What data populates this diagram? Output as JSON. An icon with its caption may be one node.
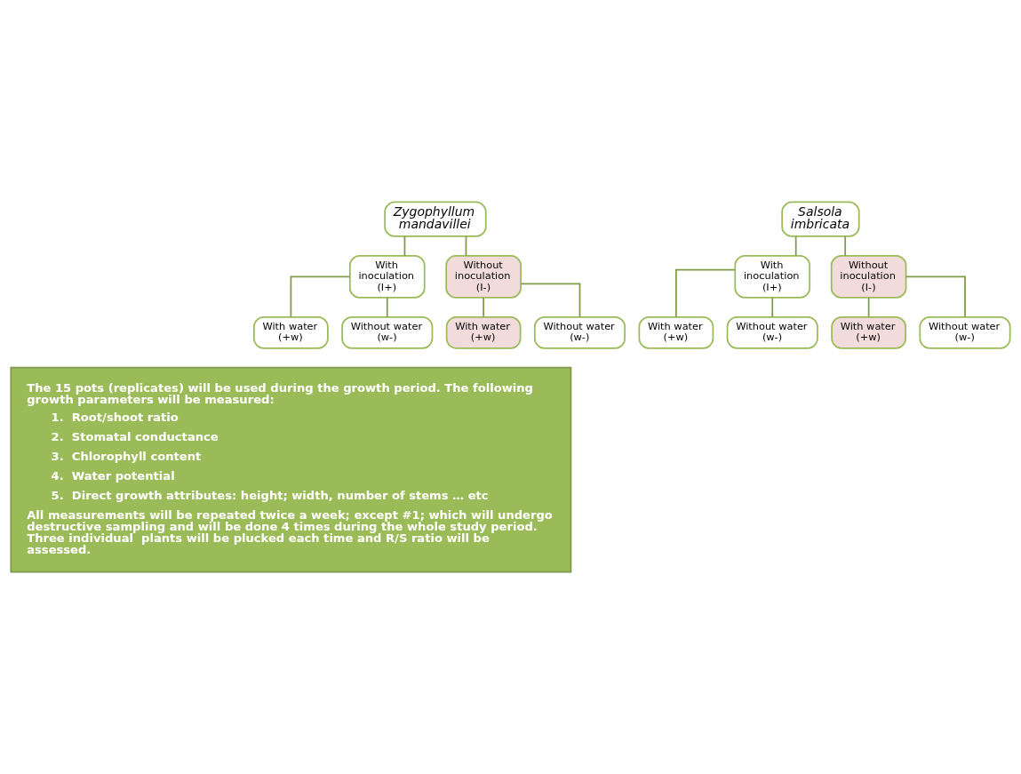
{
  "diagram": {
    "nodes": [
      {
        "text": [
          "Zygophyllum mandavillei"
        ]
      },
      {
        "text": [
          "With inoculation (I+)"
        ]
      },
      {
        "text": [
          "Without inoculation (I-)"
        ]
      },
      {
        "text": [
          "With water (+w)"
        ]
      },
      {
        "text": [
          "Without water (w-)"
        ]
      },
      {
        "text": [
          "With water (+w)"
        ]
      },
      {
        "text": [
          "Without water (w-)"
        ]
      },
      {
        "text": [
          "Salsola imbricata"
        ]
      },
      {
        "text": [
          "With inoculation (I+)"
        ]
      },
      {
        "text": [
          "Without inoculation (I-)"
        ]
      },
      {
        "text": [
          "With water (+w)"
        ]
      },
      {
        "text": [
          "Without water (w-)"
        ]
      },
      {
        "text": [
          "With water (+w)"
        ]
      },
      {
        "text": [
          "Without water (w-)"
        ]
      },
      {
        "text": [
          "The 15 pots (replicates) will be used during the growth period. The following  growth parameters will be measured:",
          "1.  Root/shoot ratio",
          "2.  Stomatal conductance",
          "3.  Chlorophyll content",
          "4.  Water potential",
          "5.  Direct growth attributes: height; width, number of stems … etc",
          "All measurements will be repeated twice a week; except #1; which will undergo destructive sampling and will be done 4 times during the whole study period. Three individual  plants will be plucked each time and R/S ratio will be assessed."
        ]
      }
    ],
    "edges": [
      {
        "from": 0,
        "to": 1,
        "arrow": "none"
      },
      {
        "from": 0,
        "to": 2,
        "arrow": "none"
      },
      {
        "from": 1,
        "to": 3,
        "arrow": "none"
      },
      {
        "from": 1,
        "to": 4,
        "arrow": "none"
      },
      {
        "from": 2,
        "to": 5,
        "arrow": "none"
      },
      {
        "from": 2,
        "to": 6,
        "arrow": "none"
      },
      {
        "from": 7,
        "to": 8,
        "arrow": "none"
      },
      {
        "from": 7,
        "to": 9,
        "arrow": "none"
      },
      {
        "from": 8,
        "to": 10,
        "arrow": "none"
      },
      {
        "from": 8,
        "to": 11,
        "arrow": "none"
      },
      {
        "from": 9,
        "to": 12,
        "arrow": "none"
      },
      {
        "from": 9,
        "to": 13,
        "arrow": "none"
      }
    ]
  }
}
